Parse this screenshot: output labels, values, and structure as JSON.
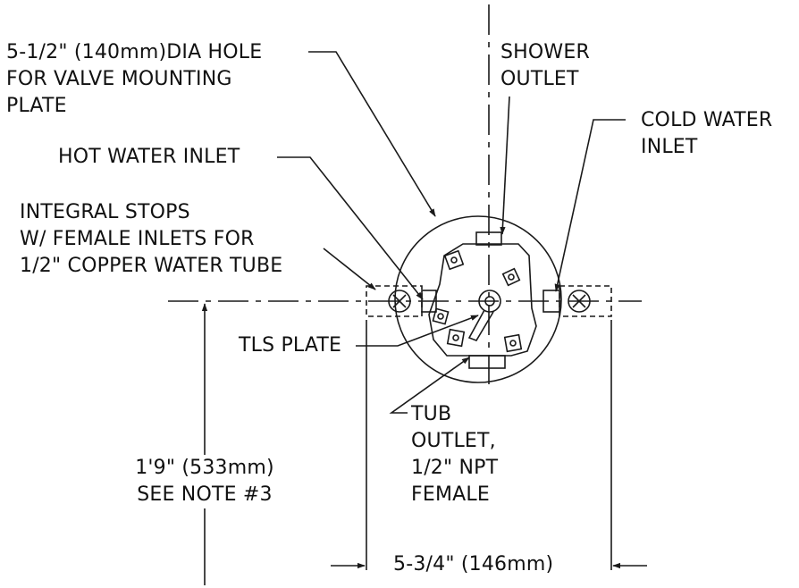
{
  "labels": {
    "mounting_hole": [
      "5-1/2\" (140mm)DIA HOLE",
      "FOR VALVE MOUNTING",
      "PLATE"
    ],
    "shower_outlet": [
      "SHOWER",
      "OUTLET"
    ],
    "cold_water_inlet": [
      "COLD WATER",
      "INLET"
    ],
    "hot_water_inlet": [
      "HOT WATER INLET"
    ],
    "integral_stops": [
      "INTEGRAL STOPS",
      "W/ FEMALE INLETS FOR",
      "1/2\" COPPER WATER TUBE"
    ],
    "tls_plate": [
      "TLS PLATE"
    ],
    "tub_outlet": [
      "TUB",
      "OUTLET,",
      "1/2\" NPT",
      "FEMALE"
    ],
    "height_dim": [
      "1'9\" (533mm)",
      "SEE NOTE #3"
    ],
    "width_dim": [
      "5-3/4\" (146mm)"
    ]
  },
  "colors": {
    "line": "#1a1a1a",
    "background": "#ffffff"
  }
}
